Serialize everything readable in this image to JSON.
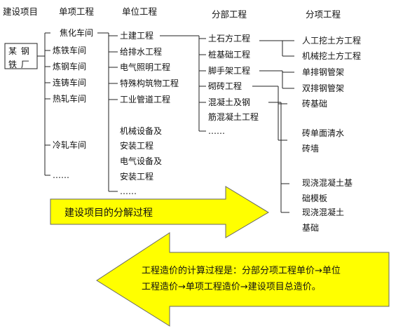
{
  "headers": {
    "project": "建设项目",
    "single": "单项工程",
    "unit": "单位工程",
    "division": "分部工程",
    "item": "分项工程"
  },
  "project_name": [
    "某 钢",
    "铁 厂"
  ],
  "single_items": [
    "焦化车间",
    "炼铁车间",
    "炼钢车间",
    "连铸车间",
    "热轧车间",
    "冷轧车间",
    "……"
  ],
  "unit_items": [
    "土建工程",
    "给排水工程",
    "电气照明工程",
    "特殊构筑物工程",
    "工业管道工程",
    "机械设备及",
    "安装工程",
    "电气设备及",
    "安装工程",
    "……"
  ],
  "division_items": [
    "土石方工程",
    "桩基础工程",
    "脚手架工程",
    "砌砖工程",
    "混凝土及钢",
    "筋混凝土工程",
    "……"
  ],
  "item_items": [
    "人工挖土方工程",
    "机械挖土方工程",
    "单排钢管架",
    "双排钢管架",
    "砖基础",
    "砖单面清水",
    "砖墙",
    "现浇混凝土基",
    "础模板",
    "现浇混凝土",
    "基础"
  ],
  "arrows": {
    "decompose": "建设项目的分解过程",
    "calc_line1": "工程造价的计算过程是：分部分项工程单价→单位",
    "calc_line2": "工程造价→单项工程造价→建设项目总造价。",
    "fill_color": "#ffff00",
    "stroke_color": "#666666"
  }
}
